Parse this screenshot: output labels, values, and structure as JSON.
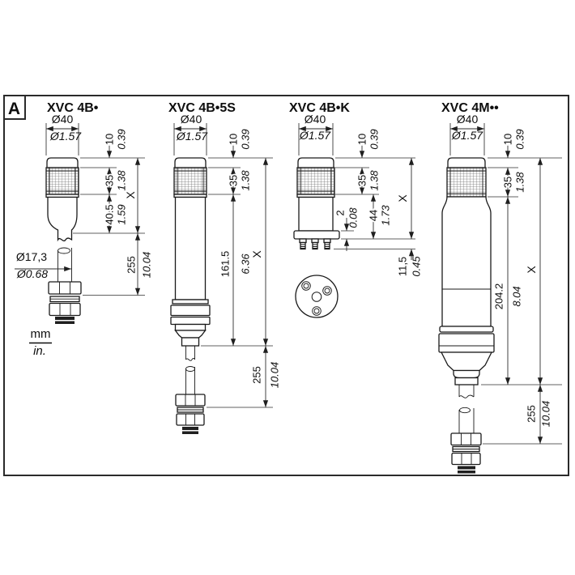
{
  "panel_label": "A",
  "legend": {
    "mm": "mm",
    "in": "in."
  },
  "colors": {
    "line": "#1a1a1a",
    "background": "#ffffff"
  },
  "columns": [
    {
      "title": "XVC 4B•",
      "dia_mm": "Ø40",
      "dia_in": "Ø1.57",
      "cap": {
        "mm": "10",
        "in": "0.39"
      },
      "lens": {
        "mm": "35",
        "in": "1.38"
      },
      "body": {
        "mm": "40.5",
        "in": "1.59"
      },
      "total": "X",
      "below": {
        "mm": "255",
        "in": "10.04"
      },
      "tube": {
        "mm": "Ø17,3",
        "in": "Ø0.68"
      }
    },
    {
      "title": "XVC 4B•5S",
      "dia_mm": "Ø40",
      "dia_in": "Ø1.57",
      "cap": {
        "mm": "10",
        "in": "0.39"
      },
      "lens": {
        "mm": "35",
        "in": "1.38"
      },
      "body": {
        "mm": "161.5",
        "in": "6.36"
      },
      "total": "X",
      "below": {
        "mm": "255",
        "in": "10.04"
      }
    },
    {
      "title": "XVC 4B•K",
      "dia_mm": "Ø40",
      "dia_in": "Ø1.57",
      "cap": {
        "mm": "10",
        "in": "0.39"
      },
      "lens": {
        "mm": "35",
        "in": "1.38"
      },
      "flange": {
        "mm": "2",
        "in": "0.08"
      },
      "body": {
        "mm": "44",
        "in": "1.73"
      },
      "total": "X",
      "pins": {
        "mm": "11,5",
        "in": "0.45"
      }
    },
    {
      "title": "XVC 4M••",
      "dia_mm": "Ø40",
      "dia_in": "Ø1.57",
      "cap": {
        "mm": "10",
        "in": "0.39"
      },
      "lens": {
        "mm": "35",
        "in": "1.38"
      },
      "body": {
        "mm": "204.2",
        "in": "8.04"
      },
      "total": "X",
      "below": {
        "mm": "255",
        "in": "10.04"
      }
    }
  ]
}
